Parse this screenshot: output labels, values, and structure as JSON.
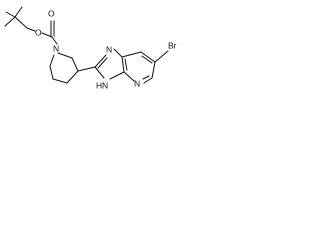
{
  "molecule": {
    "atoms": {
      "o_carbonyl": "O",
      "o_ester": "O",
      "n_piperidine": "N",
      "n_imine": "N",
      "n_pyridine": "N",
      "nh_group": "N",
      "nh_hydrogen": "H",
      "bromine": "Br"
    }
  }
}
